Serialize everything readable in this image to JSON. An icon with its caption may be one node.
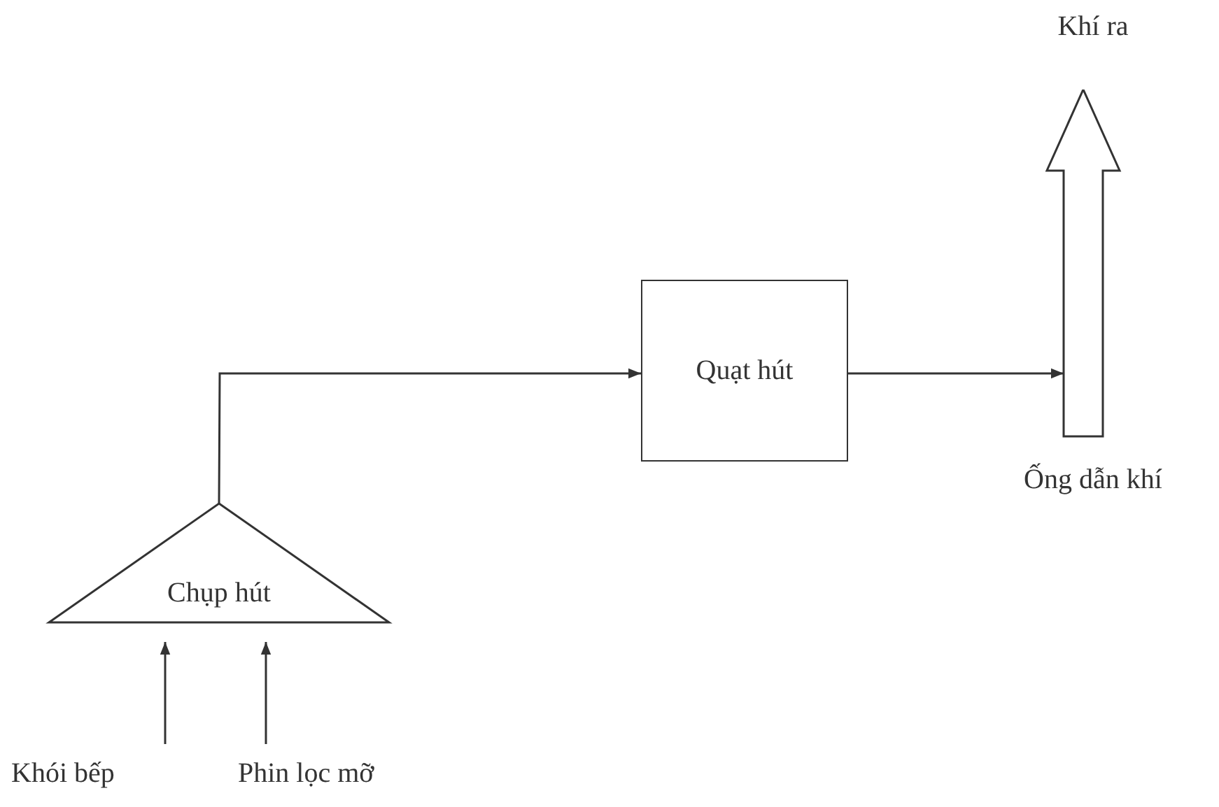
{
  "diagram": {
    "nodes": [
      {
        "text": [
          "Chụp hút"
        ]
      },
      {
        "text": [
          "Khói bếp"
        ]
      },
      {
        "text": [
          "Phin lọc mỡ"
        ]
      },
      {
        "text": [
          "Quạt hút"
        ]
      },
      {
        "text": [
          "Ống dẫn khí"
        ],
        "beside": [
          "Khí ra"
        ]
      }
    ],
    "edges": [
      {
        "from": 1,
        "to": 0,
        "arrow": "to"
      },
      {
        "from": 2,
        "to": 0,
        "arrow": "to"
      },
      {
        "from": 0,
        "to": 3,
        "arrow": "to"
      },
      {
        "from": 3,
        "to": 4,
        "arrow": "to"
      }
    ]
  }
}
